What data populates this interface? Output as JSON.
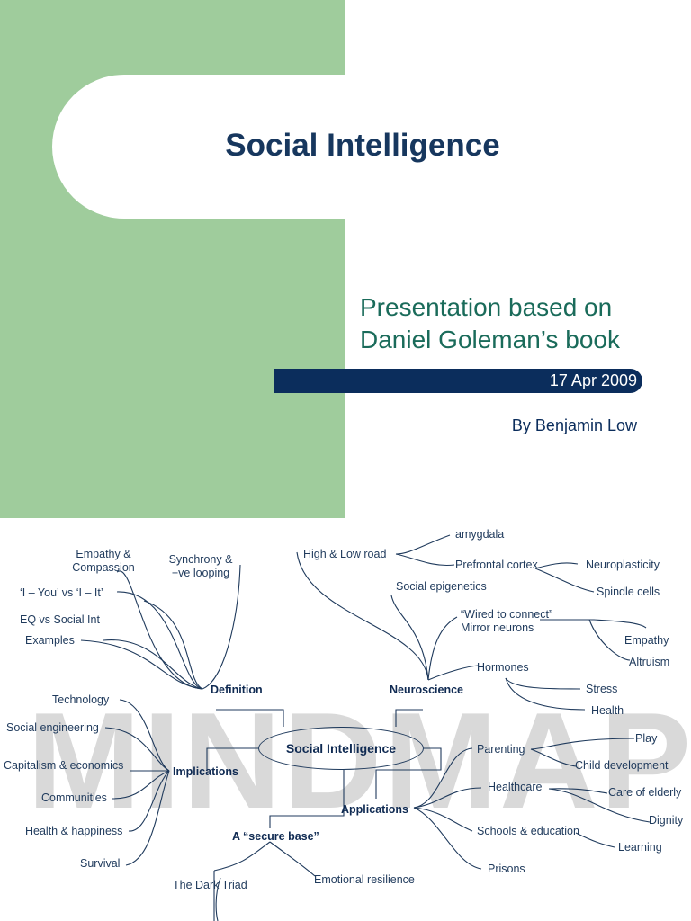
{
  "slide": {
    "title": "Social Intelligence",
    "subtitle_line1": "Presentation based on",
    "subtitle_line2": "Daniel Goleman’s book",
    "date": "17 Apr 2009",
    "author": "By Benjamin Low",
    "colors": {
      "green": "#9fcc9c",
      "navy": "#0b2d5c",
      "title": "#17375e",
      "teal": "#1a6b5a"
    }
  },
  "mindmap": {
    "watermark": "MINDMAP",
    "center": "Social Intelligence",
    "branches": {
      "definition": {
        "label": "Definition",
        "items": [
          "Empathy &",
          "Compassion",
          "Synchrony &",
          "+ve looping",
          "‘I – You’ vs ‘I – It’",
          "EQ vs Social Int",
          "Examples"
        ]
      },
      "neuroscience": {
        "label": "Neuroscience",
        "items": [
          "High & Low road",
          "amygdala",
          "Prefrontal cortex",
          "Neuroplasticity",
          "Spindle cells",
          "Social epigenetics",
          "“Wired to connect”",
          "Mirror neurons",
          "Empathy",
          "Altruism",
          "Hormones",
          "Stress",
          "Health"
        ]
      },
      "implications": {
        "label": "Implications",
        "items": [
          "Technology",
          "Social engineering",
          "Capitalism & economics",
          "Communities",
          "Health & happiness",
          "Survival"
        ]
      },
      "applications": {
        "label": "Applications",
        "items": [
          "Parenting",
          "Play",
          "Child development",
          "Healthcare",
          "Care of elderly",
          "Dignity",
          "Schools & education",
          "Learning",
          "Prisons"
        ]
      },
      "secure_base": {
        "label": "A “secure base”",
        "items": [
          "The Dark Triad",
          "Emotional resilience"
        ]
      }
    }
  }
}
